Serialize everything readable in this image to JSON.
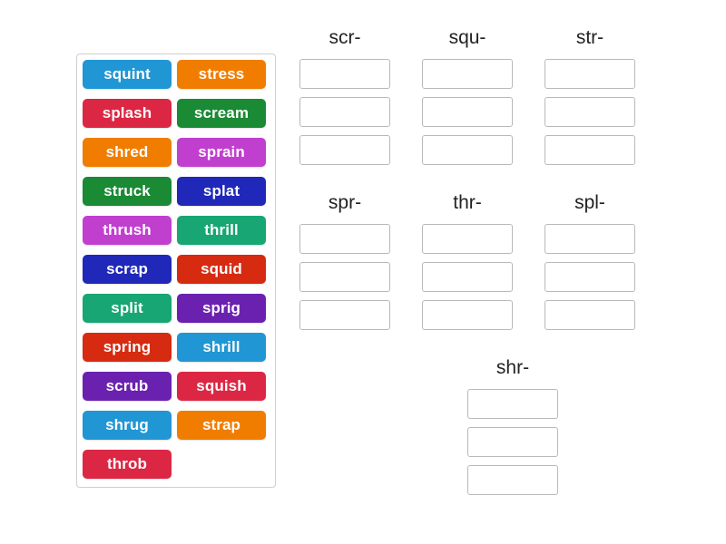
{
  "word_bank": {
    "name": "word-bank",
    "tiles": [
      {
        "label": "squint",
        "color": "#2196d4"
      },
      {
        "label": "stress",
        "color": "#f07d00"
      },
      {
        "label": "splash",
        "color": "#dc2744"
      },
      {
        "label": "scream",
        "color": "#1a8a35"
      },
      {
        "label": "shred",
        "color": "#f07d00"
      },
      {
        "label": "sprain",
        "color": "#c13fcf"
      },
      {
        "label": "struck",
        "color": "#1a8a35"
      },
      {
        "label": "splat",
        "color": "#1f28b8"
      },
      {
        "label": "thrush",
        "color": "#c13fcf"
      },
      {
        "label": "thrill",
        "color": "#17a674"
      },
      {
        "label": "scrap",
        "color": "#1f28b8"
      },
      {
        "label": "squid",
        "color": "#d62b11"
      },
      {
        "label": "split",
        "color": "#17a674"
      },
      {
        "label": "sprig",
        "color": "#6a21b0"
      },
      {
        "label": "spring",
        "color": "#d62b11"
      },
      {
        "label": "shrill",
        "color": "#2196d4"
      },
      {
        "label": "scrub",
        "color": "#6a21b0"
      },
      {
        "label": "squish",
        "color": "#dc2744"
      },
      {
        "label": "shrug",
        "color": "#2196d4"
      },
      {
        "label": "strap",
        "color": "#f07d00"
      },
      {
        "label": "throb",
        "color": "#dc2744"
      }
    ]
  },
  "drop_area": {
    "rows": [
      {
        "categories": [
          {
            "title": "scr-",
            "slots": [
              "",
              "",
              ""
            ]
          },
          {
            "title": "squ-",
            "slots": [
              "",
              "",
              ""
            ]
          },
          {
            "title": "str-",
            "slots": [
              "",
              "",
              ""
            ]
          }
        ]
      },
      {
        "categories": [
          {
            "title": "spr-",
            "slots": [
              "",
              "",
              ""
            ]
          },
          {
            "title": "thr-",
            "slots": [
              "",
              "",
              ""
            ]
          },
          {
            "title": "spl-",
            "slots": [
              "",
              "",
              ""
            ]
          }
        ]
      },
      {
        "categories": [
          {
            "title": "shr-",
            "slots": [
              "",
              "",
              ""
            ]
          }
        ]
      }
    ]
  },
  "colors": {
    "background": "#ffffff",
    "slot_border": "#b9b9b9",
    "panel_border": "#cfcfcf",
    "title_text": "#222222",
    "tile_text": "#ffffff"
  }
}
